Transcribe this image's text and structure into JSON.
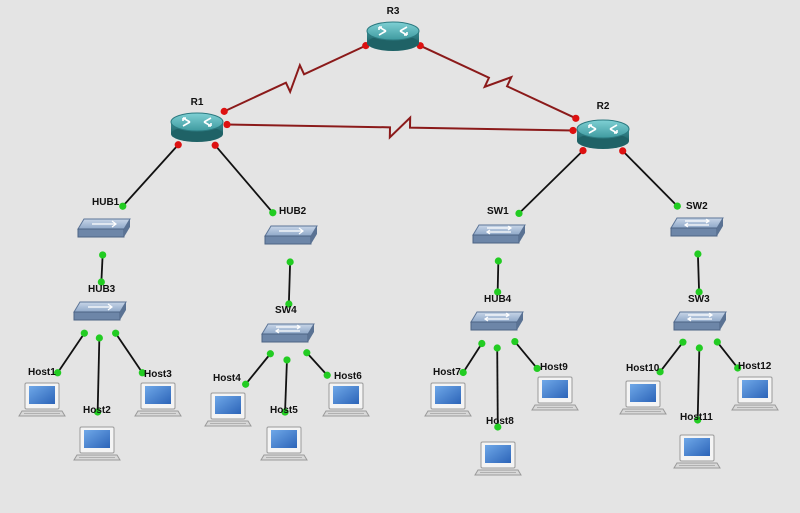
{
  "colors": {
    "background": "#e4e4e4",
    "serial_link": "#8b1a1a",
    "ethernet_link": "#111111",
    "endpoint_up": "#22cc22",
    "endpoint_router": "#dd1111",
    "router_body": "#3f9aa0",
    "switch_body": "#8fa8c8",
    "host_screen": "#3a78c8"
  },
  "routers": [
    {
      "id": "R3",
      "label": "R3"
    },
    {
      "id": "R1",
      "label": "R1"
    },
    {
      "id": "R2",
      "label": "R2"
    }
  ],
  "hubs": [
    {
      "id": "HUB1",
      "label": "HUB1"
    },
    {
      "id": "HUB2",
      "label": "HUB2"
    },
    {
      "id": "HUB3",
      "label": "HUB3"
    }
  ],
  "switches": [
    {
      "id": "SW1",
      "label": "SW1"
    },
    {
      "id": "SW2",
      "label": "SW2"
    },
    {
      "id": "SW3",
      "label": "SW3"
    },
    {
      "id": "SW4",
      "label": "SW4"
    },
    {
      "id": "HUB4",
      "label": "HUB4"
    }
  ],
  "hosts": [
    {
      "id": "Host1",
      "label": "Host1"
    },
    {
      "id": "Host2",
      "label": "Host2"
    },
    {
      "id": "Host3",
      "label": "Host3"
    },
    {
      "id": "Host4",
      "label": "Host4"
    },
    {
      "id": "Host5",
      "label": "Host5"
    },
    {
      "id": "Host6",
      "label": "Host6"
    },
    {
      "id": "Host7",
      "label": "Host7"
    },
    {
      "id": "Host8",
      "label": "Host8"
    },
    {
      "id": "Host9",
      "label": "Host9"
    },
    {
      "id": "Host10",
      "label": "Host10"
    },
    {
      "id": "Host11",
      "label": "Host11"
    },
    {
      "id": "Host12",
      "label": "Host12"
    }
  ],
  "links": [
    {
      "from": "R1",
      "to": "R3",
      "type": "serial"
    },
    {
      "from": "R3",
      "to": "R2",
      "type": "serial"
    },
    {
      "from": "R1",
      "to": "R2",
      "type": "serial"
    },
    {
      "from": "R1",
      "to": "HUB1",
      "type": "ethernet"
    },
    {
      "from": "R1",
      "to": "HUB2",
      "type": "ethernet"
    },
    {
      "from": "R2",
      "to": "SW1",
      "type": "ethernet"
    },
    {
      "from": "R2",
      "to": "SW2",
      "type": "ethernet"
    },
    {
      "from": "HUB1",
      "to": "HUB3",
      "type": "ethernet"
    },
    {
      "from": "HUB2",
      "to": "SW4",
      "type": "ethernet"
    },
    {
      "from": "SW1",
      "to": "HUB4",
      "type": "ethernet"
    },
    {
      "from": "SW2",
      "to": "SW3",
      "type": "ethernet"
    },
    {
      "from": "HUB3",
      "to": "Host1",
      "type": "ethernet"
    },
    {
      "from": "HUB3",
      "to": "Host2",
      "type": "ethernet"
    },
    {
      "from": "HUB3",
      "to": "Host3",
      "type": "ethernet"
    },
    {
      "from": "SW4",
      "to": "Host4",
      "type": "ethernet"
    },
    {
      "from": "SW4",
      "to": "Host5",
      "type": "ethernet"
    },
    {
      "from": "SW4",
      "to": "Host6",
      "type": "ethernet"
    },
    {
      "from": "HUB4",
      "to": "Host7",
      "type": "ethernet"
    },
    {
      "from": "HUB4",
      "to": "Host8",
      "type": "ethernet"
    },
    {
      "from": "HUB4",
      "to": "Host9",
      "type": "ethernet"
    },
    {
      "from": "SW3",
      "to": "Host10",
      "type": "ethernet"
    },
    {
      "from": "SW3",
      "to": "Host11",
      "type": "ethernet"
    },
    {
      "from": "SW3",
      "to": "Host12",
      "type": "ethernet"
    }
  ]
}
